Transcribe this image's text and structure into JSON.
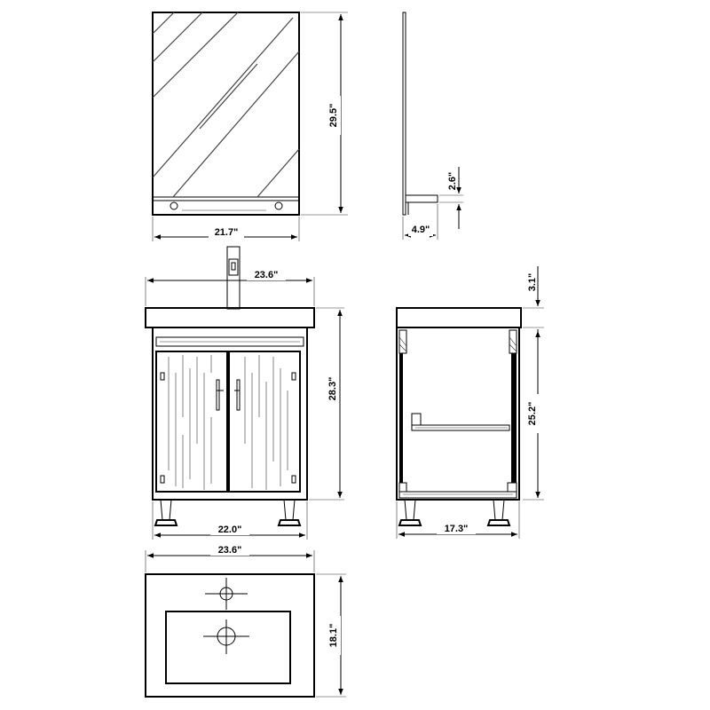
{
  "dimensions": {
    "mirror_width": "21.7\"",
    "mirror_height": "29.5\"",
    "shelf_height": "2.6\"",
    "shelf_depth": "4.9\"",
    "vanity_top_width": "23.6\"",
    "vanity_height": "28.3\"",
    "cabinet_width": "22.0\"",
    "top_thickness": "3.1\"",
    "cabinet_height": "25.2\"",
    "cabinet_depth": "17.3\"",
    "sink_width": "23.6\"",
    "sink_depth": "18.1\""
  }
}
